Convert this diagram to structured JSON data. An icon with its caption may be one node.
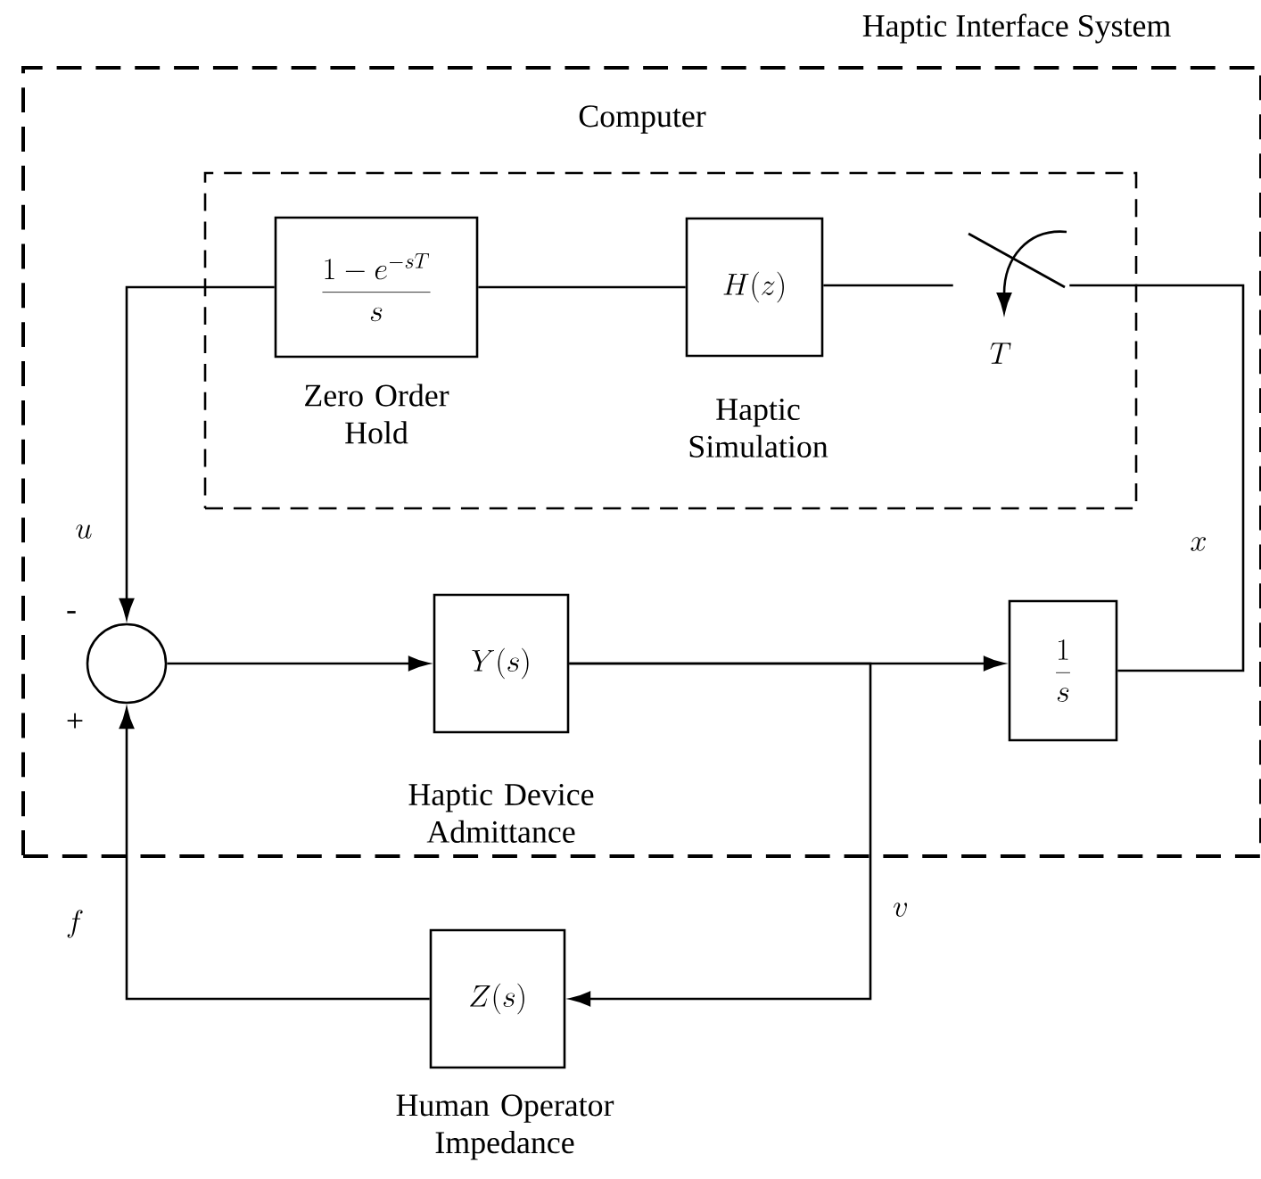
{
  "diagram": {
    "nodes": [
      {
        "text": [
          "Haptic Interface System"
        ]
      },
      {
        "text": [
          "Computer"
        ],
        "in": 0
      },
      {
        "text": [
          "\\frac{1-e^{-sT}}{s}"
        ],
        "beside": [
          "Zero Order Hold"
        ],
        "in": 1
      },
      {
        "text": [
          "H(z)"
        ],
        "beside": [
          "Haptic Simulation"
        ],
        "in": 1
      },
      {
        "text": [],
        "shape": "switch",
        "beside": [
          "T"
        ],
        "in": 1
      },
      {
        "text": [],
        "shape": "circle",
        "in": 0
      },
      {
        "text": [
          "Y(s)"
        ],
        "beside": [
          "Haptic Device Admittance"
        ],
        "in": 0
      },
      {
        "text": [
          "\\frac{1}{s}"
        ],
        "in": 0
      },
      {
        "text": [
          "Z(s)"
        ],
        "beside": [
          "Human Operator Impedance"
        ]
      }
    ],
    "edges": [
      {
        "from": 7,
        "to": 4,
        "arrow": "none",
        "label": "x"
      },
      {
        "from": 4,
        "to": 3,
        "arrow": "none"
      },
      {
        "from": 3,
        "to": 2,
        "arrow": "none"
      },
      {
        "from": 2,
        "to": 5,
        "arrow": "to",
        "label": "u"
      },
      {
        "from": 5,
        "to": 6,
        "arrow": "to"
      },
      {
        "from": 6,
        "to": 7,
        "arrow": "to"
      },
      {
        "from": 6,
        "to": 8,
        "arrow": "to",
        "label": "v"
      },
      {
        "from": 8,
        "to": 5,
        "arrow": "to",
        "label": "f"
      }
    ],
    "labels": [
      "-",
      "+"
    ]
  }
}
